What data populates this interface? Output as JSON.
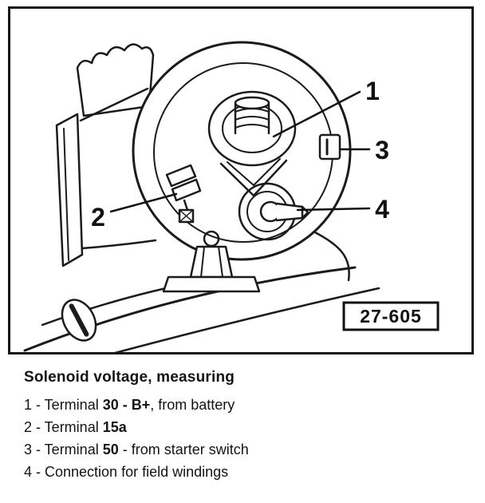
{
  "figure": {
    "number": "27-605",
    "callouts": [
      "1",
      "2",
      "3",
      "4"
    ]
  },
  "caption": {
    "title": "Solenoid voltage, measuring",
    "items": [
      {
        "prefix": "1 - Terminal ",
        "bold": "30 - B+",
        "suffix": ", from battery"
      },
      {
        "prefix": "2 - Terminal ",
        "bold": "15a",
        "suffix": ""
      },
      {
        "prefix": "3 - Terminal ",
        "bold": "50",
        "suffix": " - from starter switch"
      },
      {
        "prefix": "4 - Connection for field windings",
        "bold": "",
        "suffix": ""
      }
    ]
  }
}
